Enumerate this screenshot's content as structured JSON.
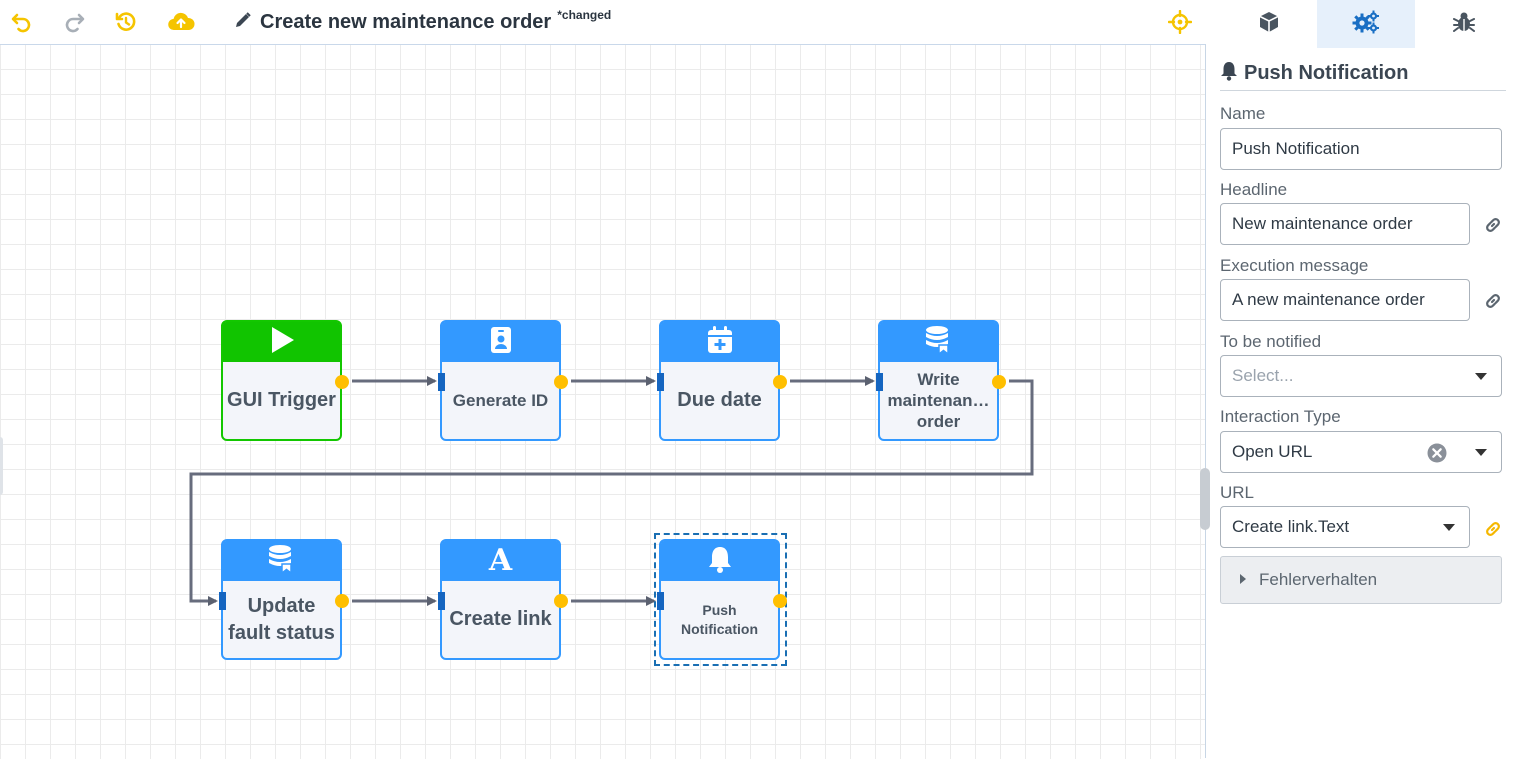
{
  "toolbar": {
    "title": "Create new maintenance order",
    "changed_badge": "*changed",
    "icons": [
      "undo-icon",
      "redo-icon",
      "history-icon",
      "cloud-upload-icon",
      "pencil-icon",
      "crosshair-icon"
    ]
  },
  "colors": {
    "accent": "#3399ff",
    "trigger": "#11c400",
    "port": "#ffbf00",
    "toolbar_icons": "#f5c400"
  },
  "nodes": [
    {
      "id": "gui-trigger",
      "label": "GUI Trigger",
      "icon": "play-icon"
    },
    {
      "id": "generate-id",
      "label": "Generate ID",
      "icon": "id-badge-icon"
    },
    {
      "id": "due-date",
      "label": "Due date",
      "icon": "calendar-plus-icon"
    },
    {
      "id": "write-order",
      "label": "Write maintenan… order",
      "icon": "database-icon"
    },
    {
      "id": "update-status",
      "label": "Update fault status",
      "icon": "database-icon"
    },
    {
      "id": "create-link",
      "label": "Create link",
      "icon": "letter-a-icon"
    },
    {
      "id": "push-notification",
      "label": "Push Notification",
      "icon": "bell-icon"
    }
  ],
  "panel": {
    "tabs": [
      "cube-icon",
      "gears-icon",
      "bug-icon"
    ],
    "active_tab": "gears-icon",
    "title": "Push Notification",
    "fields": {
      "name": {
        "label": "Name",
        "value": "Push Notification"
      },
      "headline": {
        "label": "Headline",
        "value": "New maintenance order"
      },
      "execution_message": {
        "label": "Execution message",
        "value": "A new maintenance order"
      },
      "to_be_notified": {
        "label": "To be notified",
        "placeholder": "Select..."
      },
      "interaction_type": {
        "label": "Interaction Type",
        "value": "Open URL"
      },
      "url": {
        "label": "URL",
        "value": "Create link.Text"
      }
    },
    "accordion": {
      "label": "Fehlerverhalten"
    }
  }
}
